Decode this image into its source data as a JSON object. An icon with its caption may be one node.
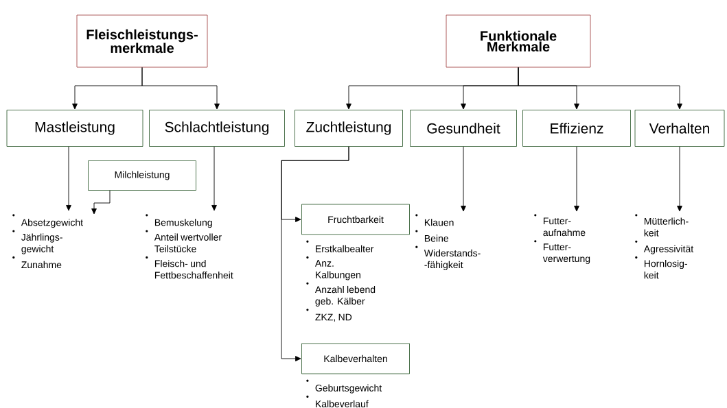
{
  "diagram": {
    "nodes": [
      {
        "text": [
          "Fleischleistungs- merkmale"
        ]
      },
      {
        "text": [
          "Funktionale Merkmale"
        ]
      },
      {
        "text": [
          "Mastleistung"
        ]
      },
      {
        "text": [
          "Schlachtleistung"
        ]
      },
      {
        "text": [
          "Zuchtleistung"
        ]
      },
      {
        "text": [
          "Gesundheit"
        ]
      },
      {
        "text": [
          "Effizienz"
        ]
      },
      {
        "text": [
          "Verhalten"
        ]
      },
      {
        "text": [
          "Milchleistung"
        ]
      },
      {
        "text": [
          "Fruchtbarkeit"
        ],
        "beside": [
          "Erstkalbealter",
          "Anz. Kalbungen",
          "Anzahl lebend geb. Kälber",
          "ZKZ, ND"
        ]
      },
      {
        "text": [
          "Kalbeverhalten"
        ],
        "beside": [
          "Geburtsgewicht",
          "Kalbeverlauf"
        ]
      },
      {
        "text": [
          "Absetzgewicht",
          "Jährlings- gewicht",
          "Zunahme"
        ]
      },
      {
        "text": [
          "Bemuskelung",
          "Anteil wertvoller Teilstücke",
          "Fleisch- und Fettbeschaffenheit"
        ]
      },
      {
        "text": [
          "Klauen",
          "Beine",
          "Widerstands- -fähigkeit"
        ]
      },
      {
        "text": [
          "Futter- aufnahme",
          "Futter- verwertung"
        ]
      },
      {
        "text": [
          "Mütterlich- keit",
          "Agressivität",
          "Hornlosig- keit"
        ]
      }
    ],
    "edges": [
      {
        "from": 0,
        "to": 2,
        "arrow": "to"
      },
      {
        "from": 0,
        "to": 3,
        "arrow": "to"
      },
      {
        "from": 1,
        "to": 4,
        "arrow": "to"
      },
      {
        "from": 1,
        "to": 5,
        "arrow": "to"
      },
      {
        "from": 1,
        "to": 6,
        "arrow": "to"
      },
      {
        "from": 1,
        "to": 7,
        "arrow": "to"
      },
      {
        "from": 2,
        "to": 11,
        "arrow": "to"
      },
      {
        "from": 8,
        "to": 11,
        "arrow": "to"
      },
      {
        "from": 3,
        "to": 12,
        "arrow": "to"
      },
      {
        "from": 4,
        "to": 9,
        "arrow": "to"
      },
      {
        "from": 4,
        "to": 10,
        "arrow": "to"
      },
      {
        "from": 5,
        "to": 13,
        "arrow": "to"
      },
      {
        "from": 6,
        "to": 14,
        "arrow": "to"
      },
      {
        "from": 7,
        "to": 15,
        "arrow": "to"
      }
    ]
  }
}
